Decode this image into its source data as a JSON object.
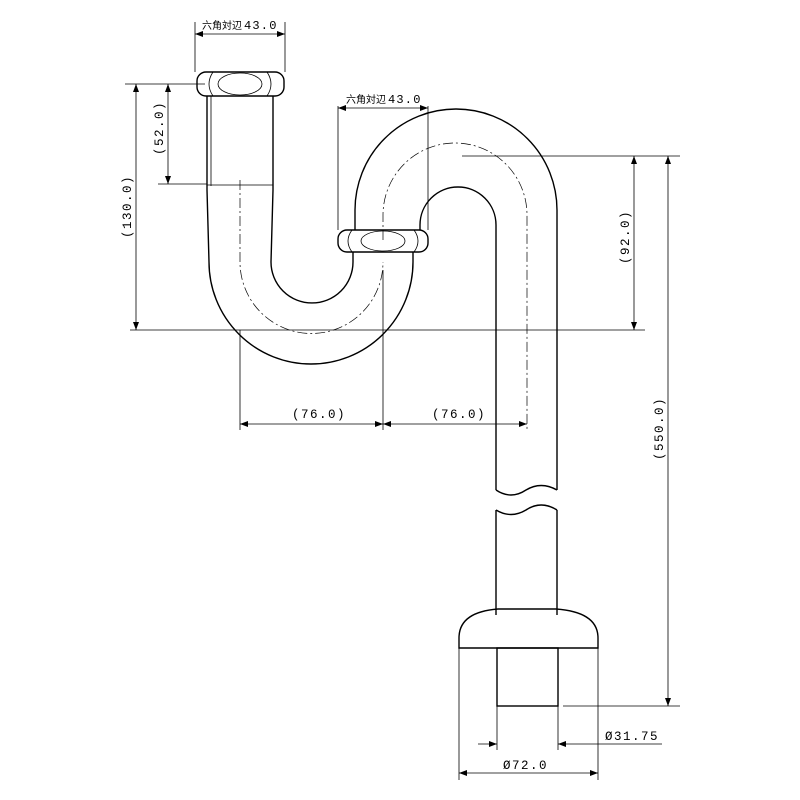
{
  "dimensions": {
    "hex_top_prefix": "六角対辺",
    "hex_top_value": "43.0",
    "hex_mid_prefix": "六角対辺",
    "hex_mid_value": "43.0",
    "height_130": "(130.0)",
    "height_52": "(52.0)",
    "height_92": "(92.0)",
    "height_550": "(550.0)",
    "offset_left": "(76.0)",
    "offset_right": "(76.0)",
    "pipe_diameter": "Ø31.75",
    "flange_diameter": "Ø72.0"
  }
}
